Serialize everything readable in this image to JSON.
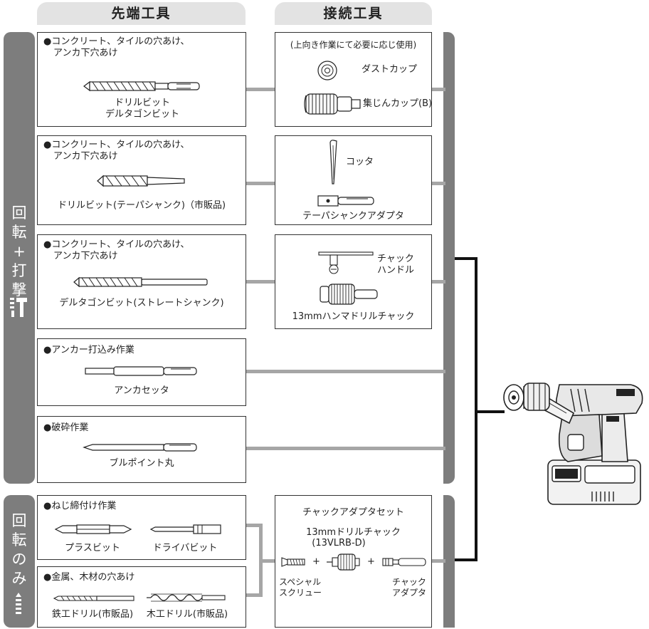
{
  "headers": {
    "tip_tools": "先端工具",
    "connection_tools": "接続工具"
  },
  "side_labels": {
    "rotation_impact": [
      "回",
      "転",
      "+",
      "打",
      "撃"
    ],
    "rotation_only": [
      "回",
      "転",
      "の",
      "み"
    ]
  },
  "rows": [
    {
      "desc": [
        "●コンクリート、タイルの穴あけ、",
        "アンカ下穴あけ"
      ],
      "tool_name": [
        "ドリルビット",
        "デルタゴンビット"
      ]
    },
    {
      "desc": [
        "●コンクリート、タイルの穴あけ、",
        "アンカ下穴あけ"
      ],
      "tool_name": [
        "ドリルビット(テーパシャンク)（市販品)"
      ]
    },
    {
      "desc": [
        "●コンクリート、タイルの穴あけ、",
        "アンカ下穴あけ"
      ],
      "tool_name": [
        "デルタゴンビット(ストレートシャンク)"
      ]
    },
    {
      "desc": [
        "●アンカー打込み作業"
      ],
      "tool_name": [
        "アンカセッタ"
      ]
    },
    {
      "desc": [
        "●破砕作業"
      ],
      "tool_name": [
        "ブルポイント丸"
      ]
    },
    {
      "desc": [
        "●ねじ締付け作業"
      ],
      "tool_names": [
        "プラスビット",
        "ドライバビット"
      ]
    },
    {
      "desc": [
        "●金属、木材の穴あけ"
      ],
      "tool_names": [
        "鉄工ドリル(市販品)",
        "木工ドリル(市販品)"
      ]
    }
  ],
  "connectors": {
    "dust": {
      "note": "(上向き作業にて必要に応じ使用)",
      "items": [
        "ダストカップ",
        "集じんカップ(B)"
      ]
    },
    "taper": {
      "items": [
        "コッタ",
        "テーパシャンクアダプタ"
      ]
    },
    "chuck": {
      "items": [
        "チャック",
        "ハンドル",
        "13mmハンマドリルチャック"
      ]
    },
    "adapter_set": {
      "title": "チャックアダプタセット",
      "chuck_name": [
        "13mmドリルチャック",
        "(13VLRB-D)"
      ],
      "plus": "+",
      "screw": [
        "スペシャル",
        "スクリュー"
      ],
      "adapter": [
        "チャック",
        "アダプタ"
      ]
    }
  }
}
